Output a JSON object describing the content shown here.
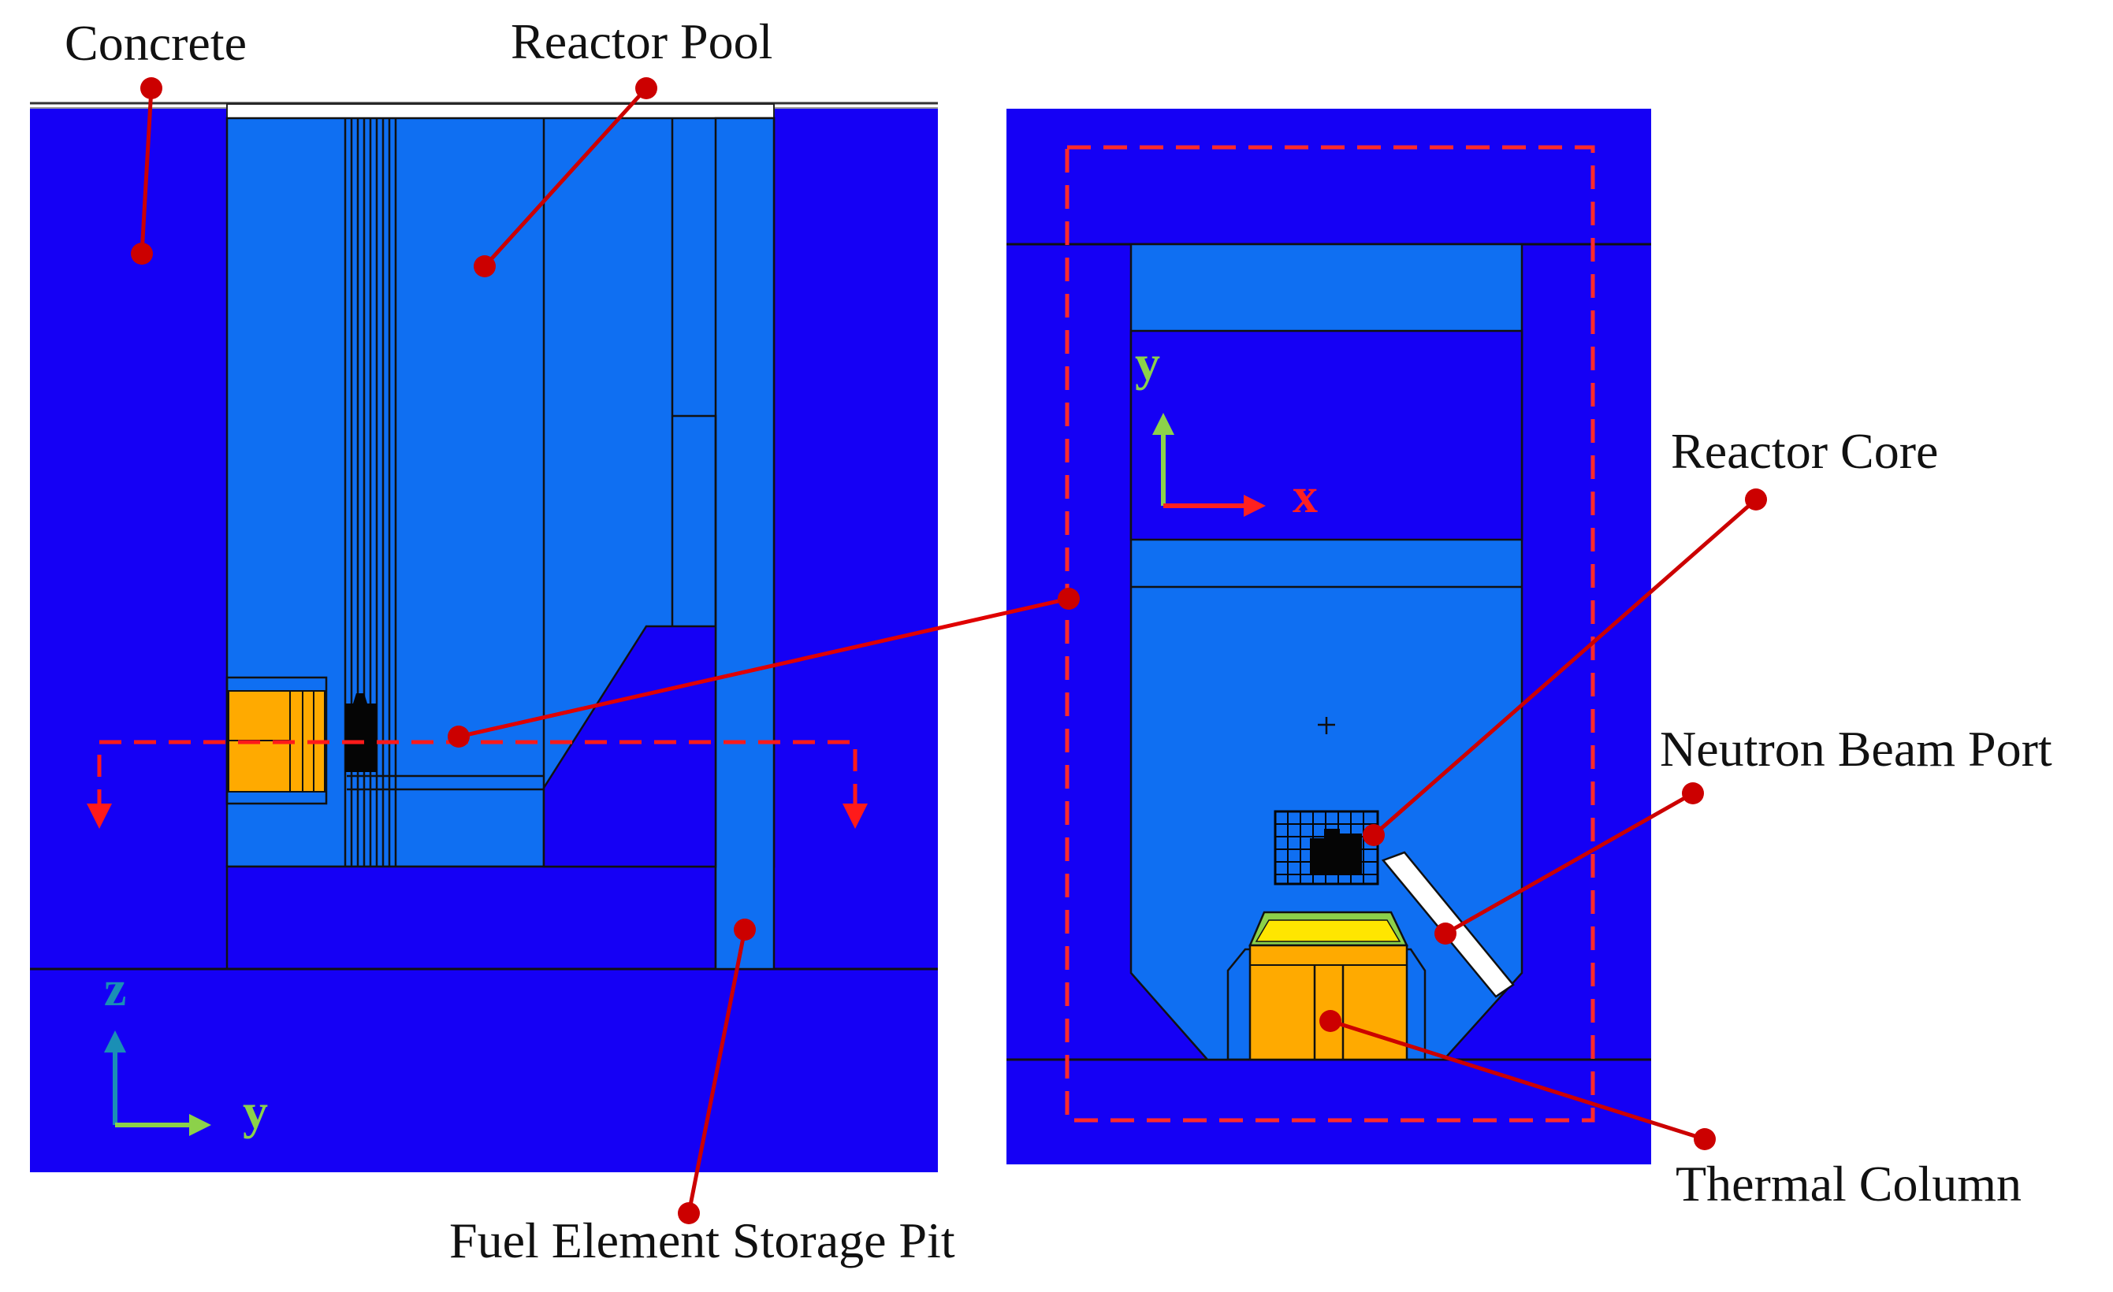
{
  "labels": {
    "concrete": "Concrete",
    "reactor_pool": "Reactor Pool",
    "reactor_core": "Reactor Core",
    "neutron_beam_port": "Neutron Beam Port",
    "thermal_column": "Thermal Column",
    "fuel_element_storage_pit": "Fuel Element Storage Pit"
  },
  "axes": {
    "left": {
      "vertical": "z",
      "horizontal": "y"
    },
    "right": {
      "vertical": "y",
      "horizontal": "x"
    }
  },
  "colors": {
    "concrete": "#1500f5",
    "water": "#0f6ff2",
    "graphite": "#ffaa00",
    "callout": "#cc0000",
    "section_line": "#ff1a1a",
    "cross_section_box": "#ff2a2a",
    "axis_green": "#8cd14a",
    "axis_teal": "#1a8fb5",
    "axis_red": "#ff2020"
  }
}
